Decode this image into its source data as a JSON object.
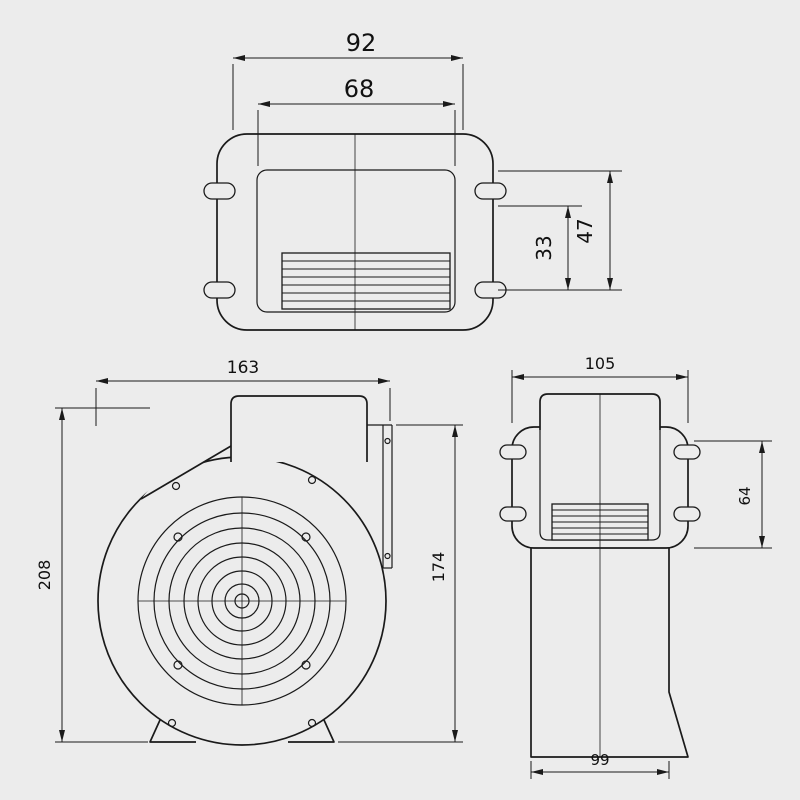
{
  "colors": {
    "background": "#ececec",
    "line": "#1a1a1a"
  },
  "views": {
    "top": {
      "dims": {
        "outer_width": "92",
        "inner_width": "68",
        "inner_depth": "33",
        "outer_depth": "47"
      }
    },
    "front": {
      "dims": {
        "width": "163",
        "height": "208",
        "height_right": "174"
      }
    },
    "side": {
      "dims": {
        "width": "105",
        "bracket_height": "64",
        "body_width": "99"
      }
    }
  }
}
